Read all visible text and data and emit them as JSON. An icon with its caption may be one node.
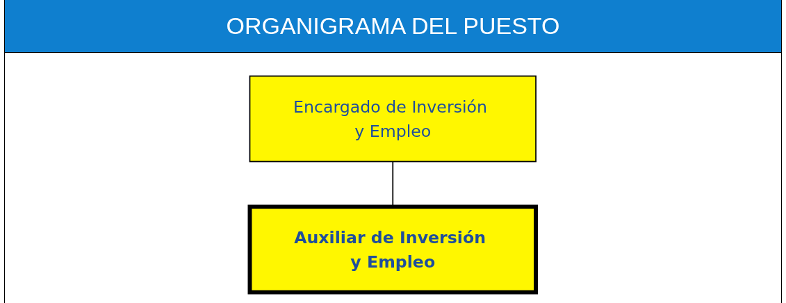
{
  "diagram": {
    "title": "ORGANIGRAMA DEL PUESTO",
    "nodes": [
      {
        "text": [
          "Encargado de Inversión y Empleo"
        ]
      },
      {
        "text": [
          "Auxiliar de Inversión y Empleo"
        ]
      }
    ],
    "edges": [
      {
        "from": 0,
        "to": 1,
        "arrow": "none"
      }
    ]
  }
}
